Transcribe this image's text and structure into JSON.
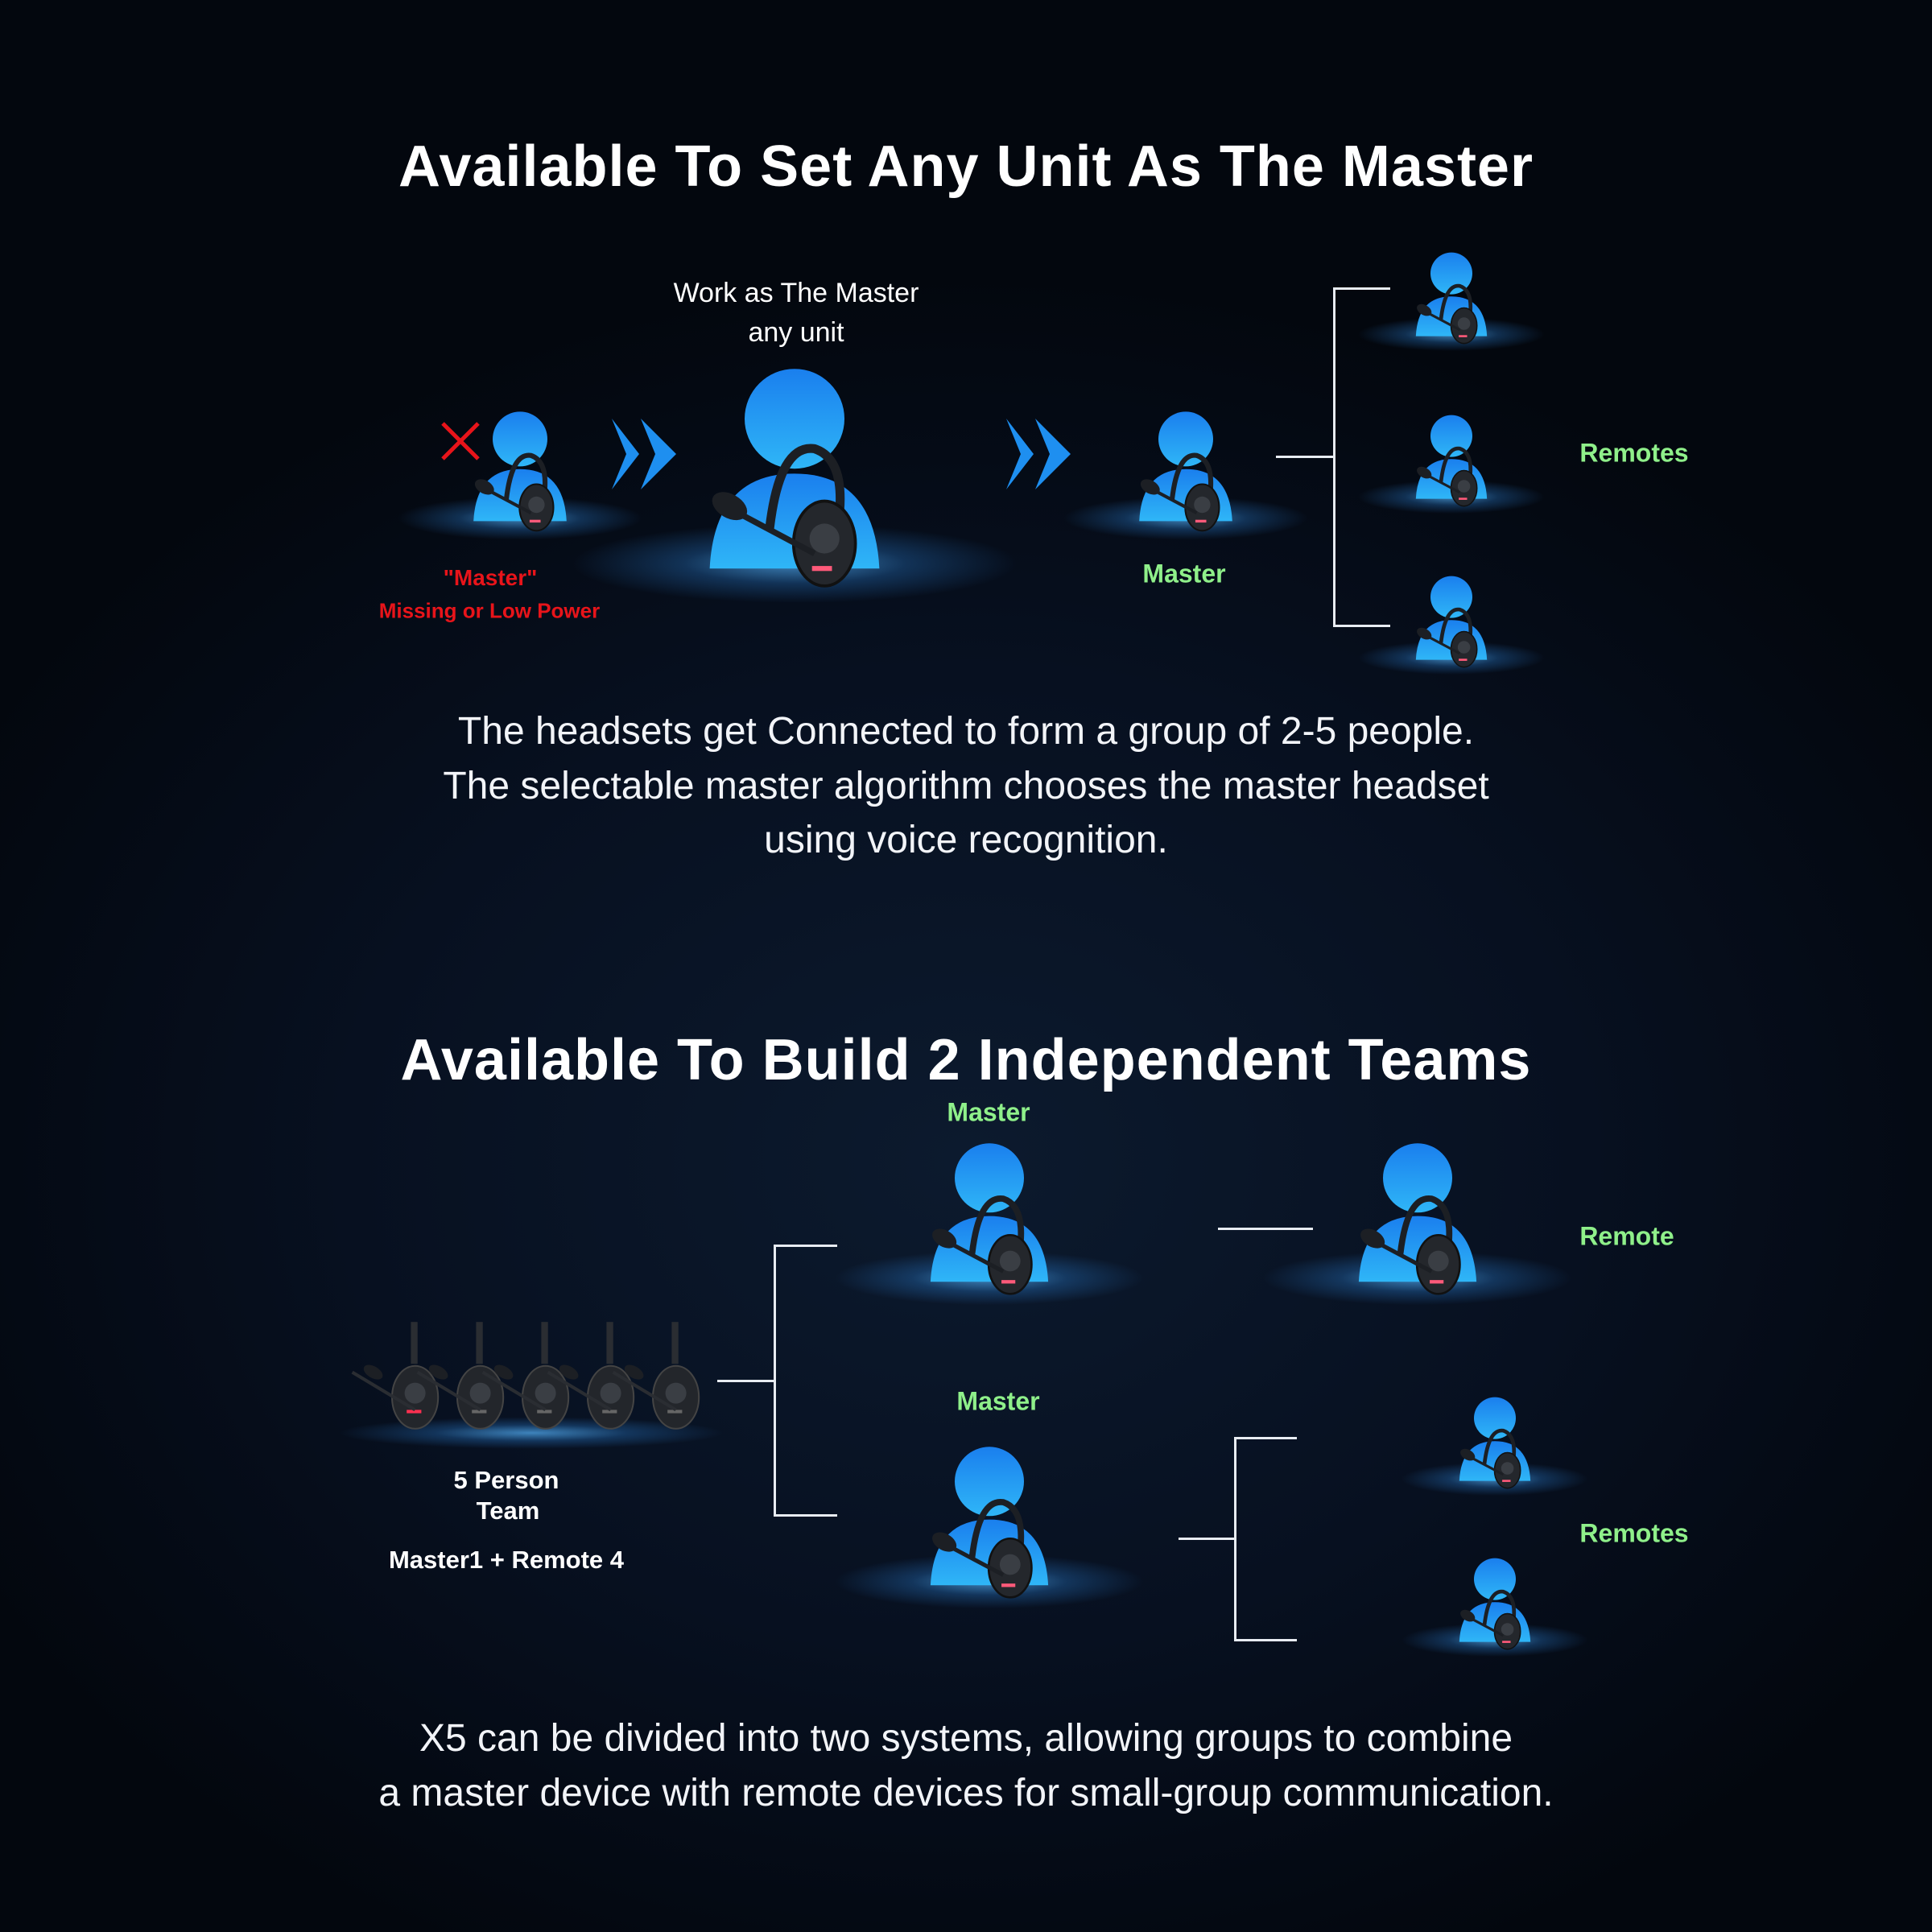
{
  "section1": {
    "title": "Available To Set Any Unit As The Master",
    "work_caption_line1": "Work as The Master",
    "work_caption_line2": "any unit",
    "failed_master_label": "\"Master\"",
    "failed_master_reason": "Missing or Low Power",
    "master_label": "Master",
    "remotes_label": "Remotes",
    "description": [
      "The headsets get Connected to form a group of 2-5 people.",
      "The selectable master algorithm chooses the master headset",
      "using voice recognition."
    ]
  },
  "section2": {
    "title": "Available To Build 2 Independent Teams",
    "team_label_line1": "5 Person",
    "team_label_line2": "Team",
    "team_composition": "Master1 + Remote 4",
    "team1_master_label": "Master",
    "team1_remote_label": "Remote",
    "team2_master_label": "Master",
    "team2_remotes_label": "Remotes",
    "description": [
      "X5 can be divided into two systems, allowing groups to combine",
      "a master device with remote devices for small-group communication."
    ]
  },
  "colors": {
    "accent_blue": "#1e8ff0",
    "master_green": "#8ff08a",
    "warning_red": "#e8141a"
  },
  "icons": {
    "person": "person-with-headset-icon",
    "fail": "x-mark-icon",
    "arrow": "double-chevron-right-icon",
    "headset": "headset-icon"
  }
}
